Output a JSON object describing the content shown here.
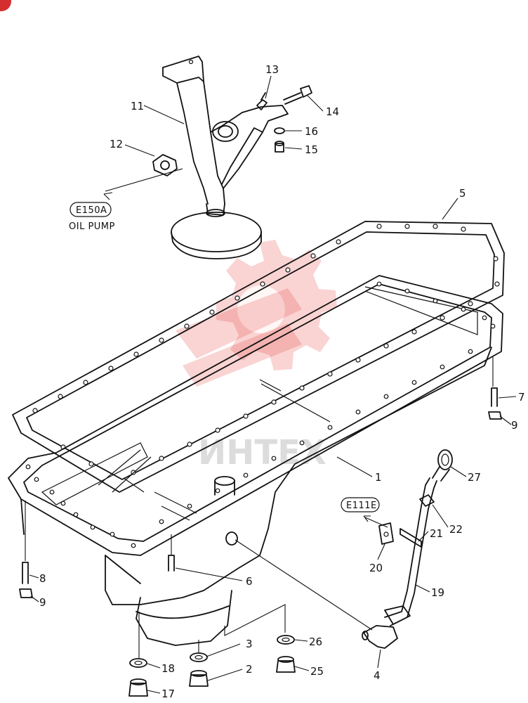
{
  "diagram": {
    "watermark_text": "ИНТЕХ",
    "references": {
      "oil_pump": {
        "code": "E150A",
        "caption": "OIL PUMP"
      },
      "e111e": {
        "code": "E111E"
      }
    },
    "callouts": [
      {
        "id": "c1",
        "num": "1"
      },
      {
        "id": "c2",
        "num": "2"
      },
      {
        "id": "c3",
        "num": "3"
      },
      {
        "id": "c4",
        "num": "4"
      },
      {
        "id": "c5",
        "num": "5"
      },
      {
        "id": "c6",
        "num": "6"
      },
      {
        "id": "c7",
        "num": "7"
      },
      {
        "id": "c8",
        "num": "8"
      },
      {
        "id": "c9a",
        "num": "9"
      },
      {
        "id": "c9b",
        "num": "9"
      },
      {
        "id": "c11",
        "num": "11"
      },
      {
        "id": "c12",
        "num": "12"
      },
      {
        "id": "c13",
        "num": "13"
      },
      {
        "id": "c14",
        "num": "14"
      },
      {
        "id": "c15",
        "num": "15"
      },
      {
        "id": "c16",
        "num": "16"
      },
      {
        "id": "c17",
        "num": "17"
      },
      {
        "id": "c18",
        "num": "18"
      },
      {
        "id": "c19",
        "num": "19"
      },
      {
        "id": "c20",
        "num": "20"
      },
      {
        "id": "c21",
        "num": "21"
      },
      {
        "id": "c22",
        "num": "22"
      },
      {
        "id": "c25",
        "num": "25"
      },
      {
        "id": "c26",
        "num": "26"
      },
      {
        "id": "c27",
        "num": "27"
      }
    ]
  }
}
